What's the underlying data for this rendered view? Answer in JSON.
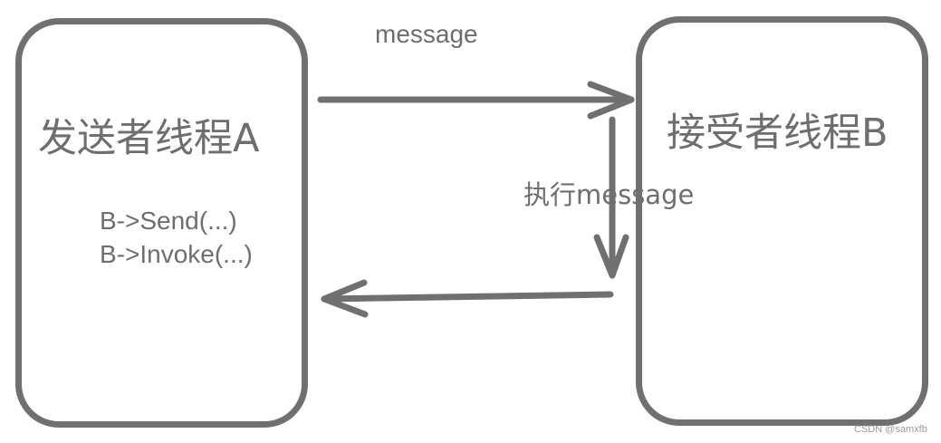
{
  "diagram": {
    "sender": {
      "title": "发送者线程A",
      "code_lines": [
        "B->Send(...)",
        "B->Invoke(...)"
      ]
    },
    "receiver": {
      "title": "接受者线程B"
    },
    "edges": {
      "send_label": "message",
      "execute_label": "执行message"
    }
  },
  "watermark": "CSDN @samxfb",
  "colors": {
    "stroke": "#707070",
    "text": "#6e6e6e",
    "background": "#ffffff"
  }
}
